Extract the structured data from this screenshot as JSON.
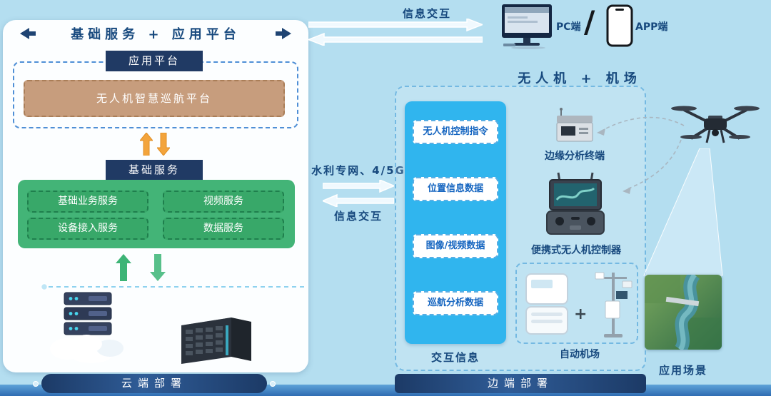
{
  "left_panel": {
    "title": "基础服务 + 应用平台",
    "app_platform": {
      "header": "应用平台",
      "platform_label": "无人机智慧巡航平台"
    },
    "base_service": {
      "header": "基础服务",
      "services": [
        "基础业务服务",
        "视频服务",
        "设备接入服务",
        "数据服务"
      ]
    },
    "footer": "云端部署"
  },
  "top_link": {
    "label": "信息交互",
    "pc_label": "PC端",
    "divider": "/",
    "app_label": "APP端"
  },
  "mid_link": {
    "network": "水利专网、4/5G",
    "label": "信息交互"
  },
  "right_panel": {
    "title": "无人机 + 机场",
    "data_box": {
      "items": [
        "无人机控制指令",
        "位置信息数据",
        "图像/视频数据",
        "巡航分析数据"
      ],
      "caption": "交互信息"
    },
    "edge_terminal_label": "边缘分析终端",
    "controller_label": "便携式无人机控制器",
    "airport": {
      "label": "自动机场",
      "plus": "+"
    },
    "scene_label": "应用场景",
    "footer": "边端部署"
  },
  "colors": {
    "background": "#b4def0",
    "navy": "#203a64",
    "title_blue": "#17497e",
    "tan": "#c79d7d",
    "green": "#43b477",
    "cyan": "#30b5ee",
    "accent_text": "#1565c0"
  }
}
